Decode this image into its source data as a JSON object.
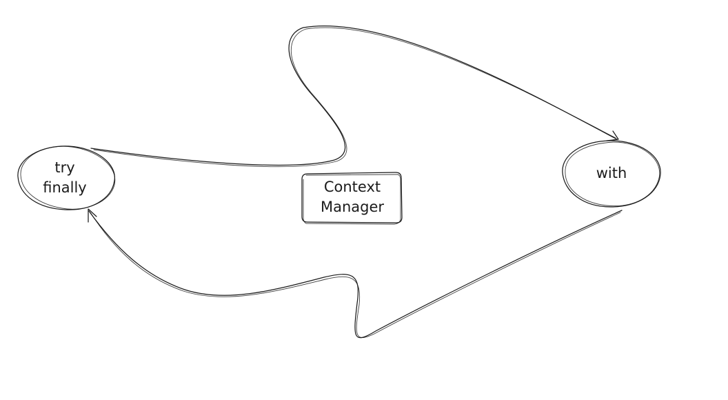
{
  "diagram": {
    "nodes": [
      {
        "id": "try-finally",
        "shape": "ellipse",
        "lines": [
          "try",
          "finally"
        ]
      },
      {
        "id": "with",
        "shape": "ellipse",
        "lines": [
          "with"
        ]
      },
      {
        "id": "context-manager",
        "shape": "rounded-rectangle",
        "lines": [
          "Context",
          "Manager"
        ]
      }
    ],
    "edges": [
      {
        "from": "try-finally",
        "to": "with",
        "style": "hand-drawn-curve",
        "arrow": "end"
      },
      {
        "from": "with",
        "to": "try-finally",
        "style": "hand-drawn-curve",
        "arrow": "end"
      }
    ],
    "stroke_color": "#1b1b1b",
    "background": "#ffffff"
  }
}
